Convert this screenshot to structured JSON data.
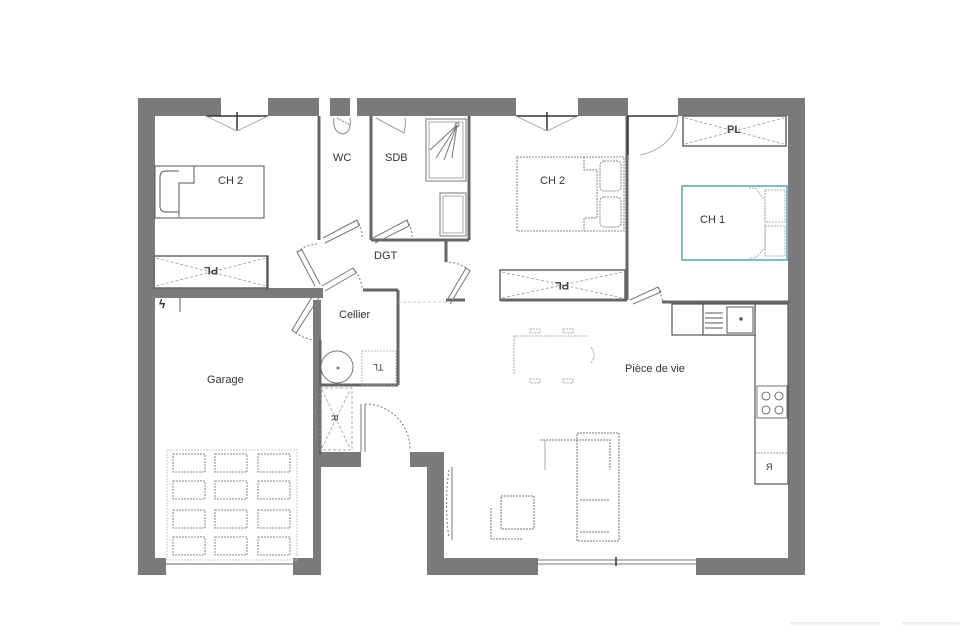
{
  "plan": {
    "wall_color": "#7a7a7a",
    "line_color": "#555555",
    "dashed_color": "#888888",
    "highlight_color": "#5ba3b8",
    "rooms": [
      {
        "id": "ch2-west",
        "label": "CH 2"
      },
      {
        "id": "wc",
        "label": "WC"
      },
      {
        "id": "sdb",
        "label": "SDB"
      },
      {
        "id": "ch2-middle",
        "label": "CH 2"
      },
      {
        "id": "ch1",
        "label": "CH 1"
      },
      {
        "id": "dgt",
        "label": "DGT"
      },
      {
        "id": "cellier",
        "label": "Cellier"
      },
      {
        "id": "garage",
        "label": "Garage"
      },
      {
        "id": "piece-de-vie",
        "label": "Pièce de vie"
      }
    ],
    "closets": [
      {
        "id": "pl-ch2-west",
        "label": "PL"
      },
      {
        "id": "pl-ch2-middle",
        "label": "PL"
      },
      {
        "id": "pl-ch1",
        "label": "PL"
      }
    ],
    "fixtures": {
      "cellier_tile_label": "TL",
      "cellier_storage_label": "R",
      "kitchen_fridge_label": "R",
      "electric_panel_symbol": "ϟ"
    }
  }
}
